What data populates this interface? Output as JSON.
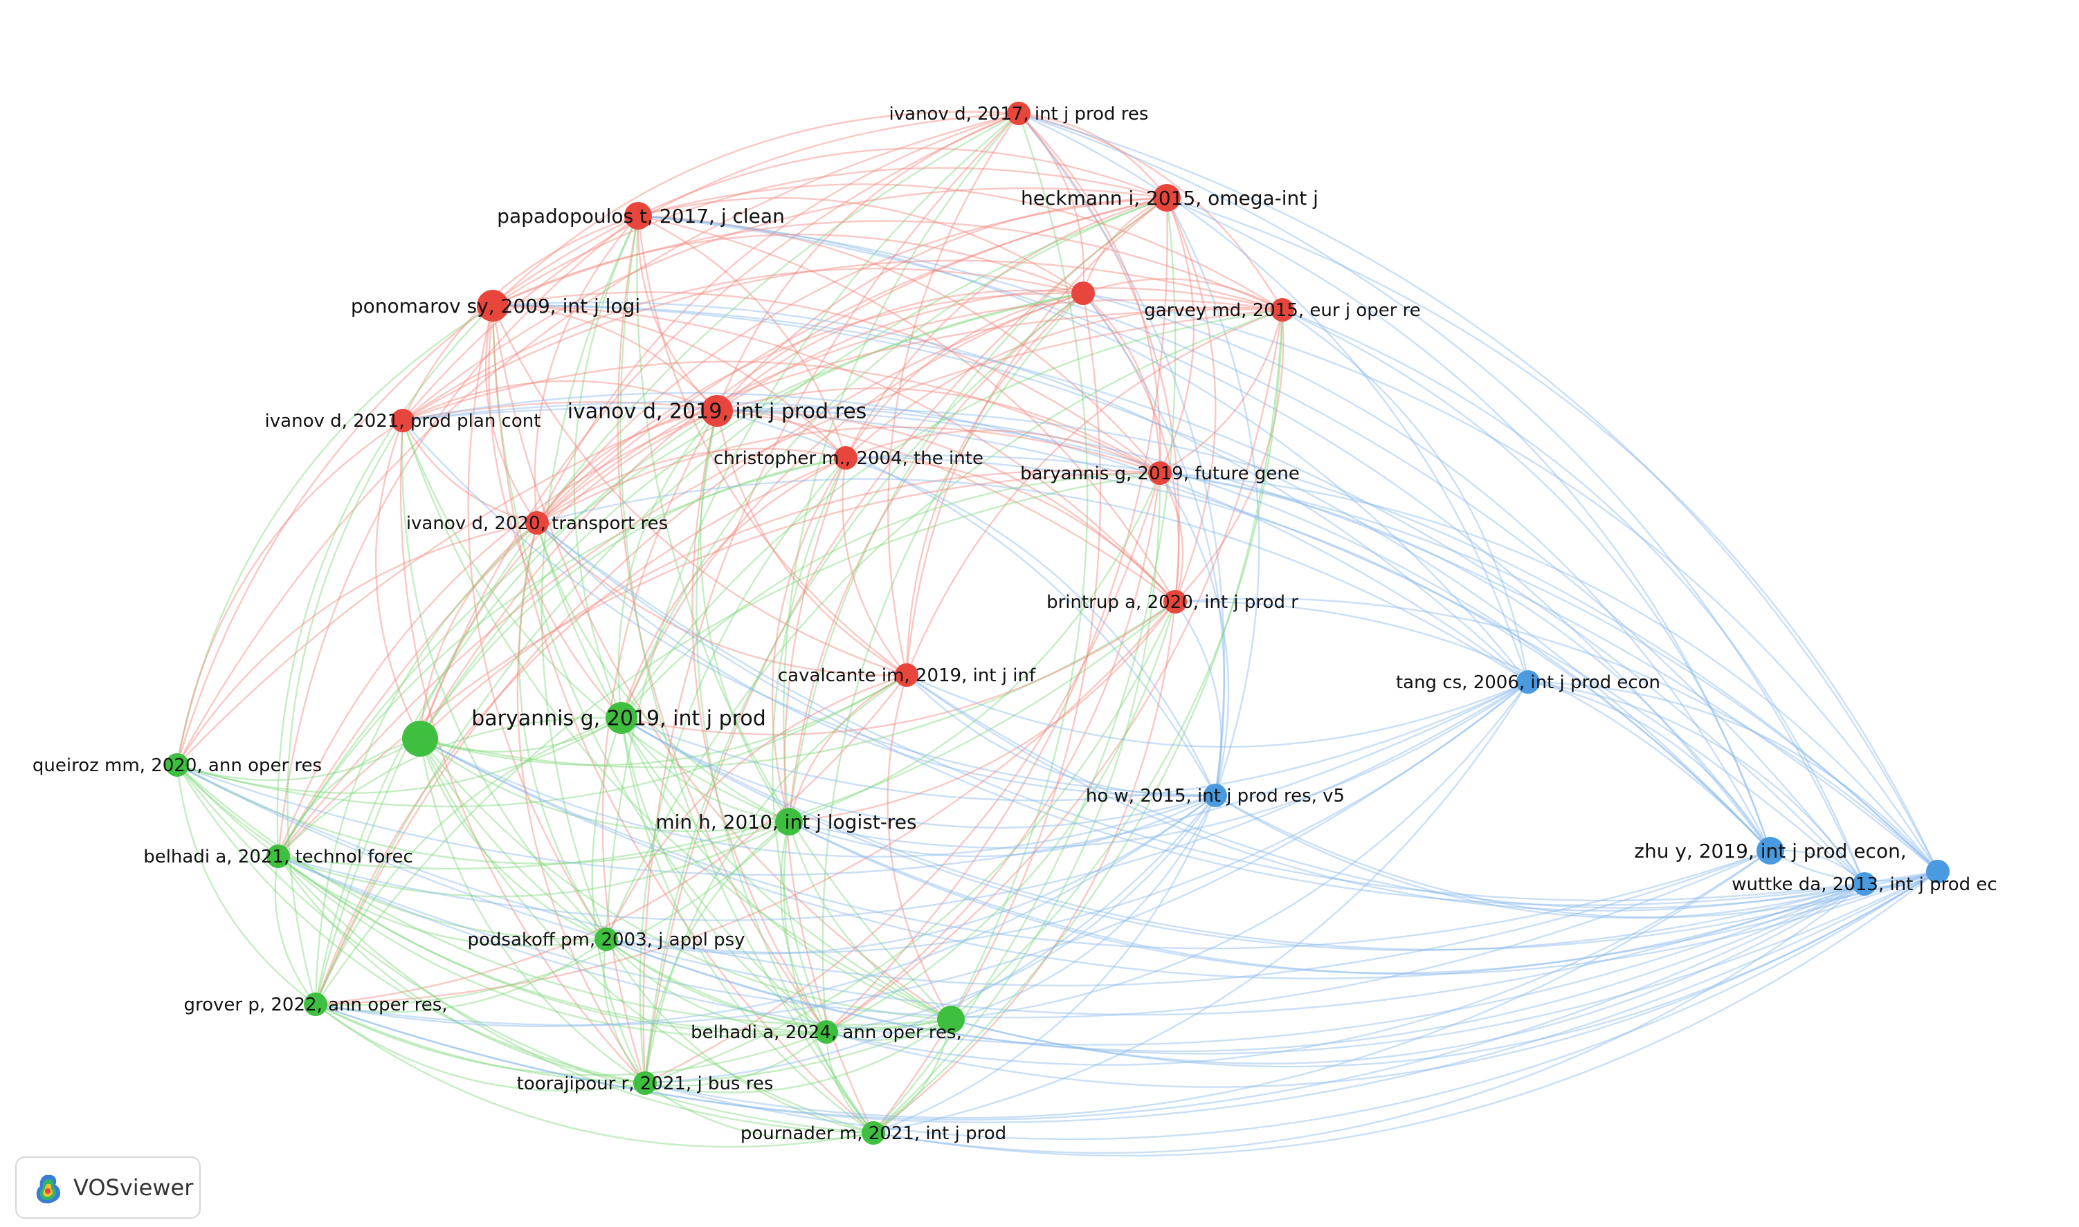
{
  "colors": {
    "cluster_1": "#e8453c",
    "cluster_2": "#3fbf3f",
    "cluster_3": "#4a9ae0",
    "edge_cluster_1": "#f2857d",
    "edge_cluster_2": "#7fd67a",
    "edge_cluster_3": "#88b9ea"
  },
  "badge": {
    "label": "VOSviewer",
    "icon": "vosviewer-logo-icon"
  },
  "network": {
    "type": "co-citation network",
    "clusters": [
      {
        "id": 1,
        "color": "red"
      },
      {
        "id": 2,
        "color": "green"
      },
      {
        "id": 3,
        "color": "blue"
      }
    ],
    "nodes": [
      {
        "id": "n1",
        "label": "ivanov d, 2017, int j prod res",
        "cluster": 1,
        "weight": 3
      },
      {
        "id": "n2",
        "label": "papadopoulos t, 2017, j clean",
        "cluster": 1,
        "weight": 4
      },
      {
        "id": "n3",
        "label": "heckmann i, 2015, omega-int j",
        "cluster": 1,
        "weight": 4
      },
      {
        "id": "n4",
        "label": "ponomarov sy, 2009, int j logi",
        "cluster": 1,
        "weight": 5
      },
      {
        "id": "n5",
        "label": "",
        "cluster": 1,
        "weight": 3
      },
      {
        "id": "n6",
        "label": "garvey md, 2015, eur j oper re",
        "cluster": 1,
        "weight": 3
      },
      {
        "id": "n7",
        "label": "ivanov d, 2019, int j prod res",
        "cluster": 1,
        "weight": 5
      },
      {
        "id": "n8",
        "label": "ivanov d, 2021, prod plan cont",
        "cluster": 1,
        "weight": 3
      },
      {
        "id": "n9",
        "label": "christopher m., 2004, the inte",
        "cluster": 1,
        "weight": 3
      },
      {
        "id": "n10",
        "label": "baryannis g, 2019, future gene",
        "cluster": 1,
        "weight": 3
      },
      {
        "id": "n11",
        "label": "ivanov d, 2020, transport res",
        "cluster": 1,
        "weight": 3
      },
      {
        "id": "n12",
        "label": "brintrup a, 2020, int j prod r",
        "cluster": 1,
        "weight": 3
      },
      {
        "id": "n13",
        "label": "cavalcante im, 2019, int j inf",
        "cluster": 1,
        "weight": 3
      },
      {
        "id": "n14",
        "label": "",
        "cluster": 2,
        "weight": 6
      },
      {
        "id": "n15",
        "label": "baryannis g, 2019, int j prod",
        "cluster": 2,
        "weight": 5
      },
      {
        "id": "n16",
        "label": "queiroz mm, 2020, ann oper res",
        "cluster": 2,
        "weight": 3
      },
      {
        "id": "n17",
        "label": "min h, 2010, int j logist-res",
        "cluster": 2,
        "weight": 4
      },
      {
        "id": "n18",
        "label": "belhadi a, 2021, technol forec",
        "cluster": 2,
        "weight": 3
      },
      {
        "id": "n19",
        "label": "podsakoff pm, 2003, j appl psy",
        "cluster": 2,
        "weight": 3
      },
      {
        "id": "n20",
        "label": "grover p, 2022, ann oper res,",
        "cluster": 2,
        "weight": 3
      },
      {
        "id": "n21",
        "label": "belhadi a, 2024, ann oper res,",
        "cluster": 2,
        "weight": 3
      },
      {
        "id": "n22",
        "label": "",
        "cluster": 2,
        "weight": 4
      },
      {
        "id": "n23",
        "label": "toorajipour r, 2021, j bus res",
        "cluster": 2,
        "weight": 3
      },
      {
        "id": "n24",
        "label": "pournader m, 2021, int j prod",
        "cluster": 2,
        "weight": 3
      },
      {
        "id": "n25",
        "label": "tang cs, 2006, int j prod econ",
        "cluster": 3,
        "weight": 3
      },
      {
        "id": "n26",
        "label": "ho w, 2015, int j prod res, v5",
        "cluster": 3,
        "weight": 3
      },
      {
        "id": "n27",
        "label": "zhu y, 2019, int j prod econ,",
        "cluster": 3,
        "weight": 4
      },
      {
        "id": "n28",
        "label": "wuttke da, 2013, int j prod ec",
        "cluster": 3,
        "weight": 3
      },
      {
        "id": "n29",
        "label": "",
        "cluster": 3,
        "weight": 3
      }
    ]
  }
}
